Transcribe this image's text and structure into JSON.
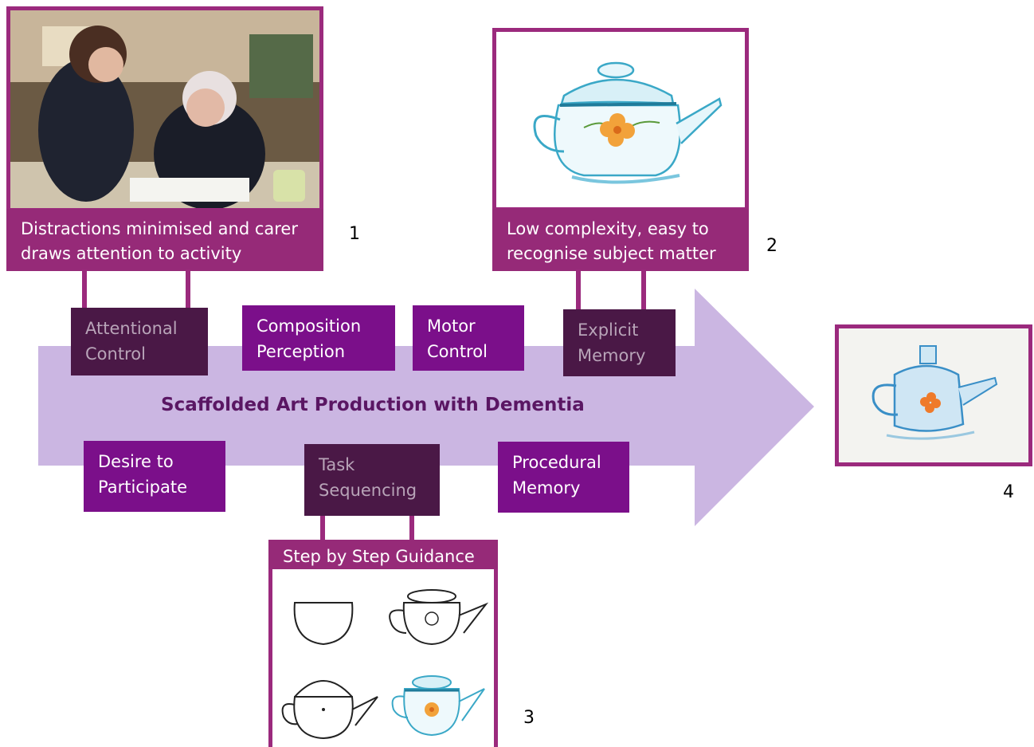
{
  "title": "Scaffolded Art Production with Dementia",
  "panels": {
    "p1": {
      "caption_line1": "Distractions minimised and carer",
      "caption_line2": "draws attention to activity",
      "number": "1"
    },
    "p2": {
      "caption_line1": "Low complexity, easy to",
      "caption_line2": "recognise subject matter",
      "number": "2"
    },
    "p3": {
      "caption": "Step by Step Guidance",
      "number": "3"
    },
    "p4": {
      "number": "4"
    }
  },
  "factors": {
    "attentional": {
      "line1": "Attentional",
      "line2": "Control"
    },
    "composition": {
      "line1": "Composition",
      "line2": "Perception"
    },
    "motor": {
      "line1": "Motor",
      "line2": "Control"
    },
    "explicit": {
      "line1": "Explicit",
      "line2": "Memory"
    },
    "desire": {
      "line1": "Desire to",
      "line2": "Participate"
    },
    "task": {
      "line1": "Task",
      "line2": "Sequencing"
    },
    "procedural": {
      "line1": "Procedural",
      "line2": "Memory"
    }
  },
  "colors": {
    "frame": "#9b2a7d",
    "arrow": "#cbb6e2",
    "box_active": "#7b0f8a",
    "box_dark": "#4a1846"
  }
}
